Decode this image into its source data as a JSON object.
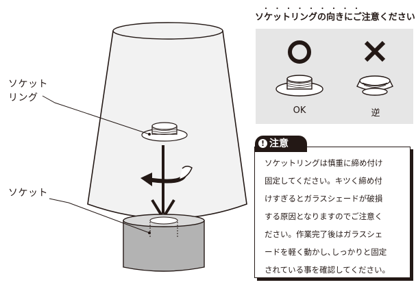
{
  "labels": {
    "socket_ring": "ソケット\nリング",
    "socket": "ソケット"
  },
  "orientation": {
    "title": "ソケットリングの向きにご注意ください",
    "emphasis_marks": "・・・・・・・・・",
    "ok_symbol": "○",
    "ng_symbol": "×",
    "ok_label": "OK",
    "ng_label": "逆"
  },
  "caution": {
    "icon": "!",
    "title": "注意",
    "lines": [
      "ソケットリングは慎重に締め付け",
      "固定してください。キツく締め付",
      "けすぎるとガラスシェードが破損",
      "する原因となりますのでご注意く",
      "ださい。作業完了後はガラスシェ",
      "ードを軽く動かし､しっかりと固定",
      "されている事を確認してください。"
    ]
  },
  "colors": {
    "ink": "#231815",
    "panel": "#e6e6e6",
    "shade": "#f2f2f2",
    "socket_body": "#b3b3b3"
  },
  "icons": {
    "ok": "circle-icon",
    "ng": "cross-icon",
    "rotation": "rotate-arrow-icon",
    "down": "down-arrow-icon"
  }
}
